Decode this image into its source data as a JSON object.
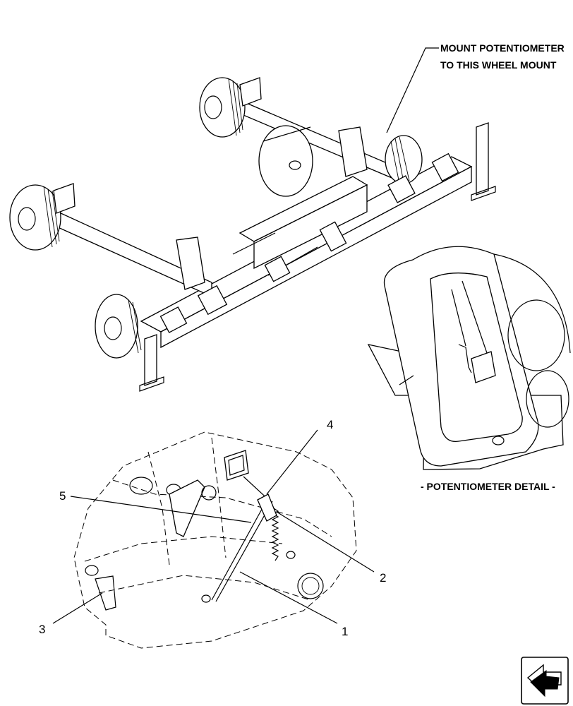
{
  "callout": {
    "line1": "MOUNT POTENTIOMETER",
    "line2": "TO THIS WHEEL MOUNT"
  },
  "detail_caption": "- POTENTIOMETER DETAIL -",
  "item_numbers": [
    "1",
    "2",
    "3",
    "4",
    "5"
  ],
  "nav_icon": "next-page-arrow-icon"
}
